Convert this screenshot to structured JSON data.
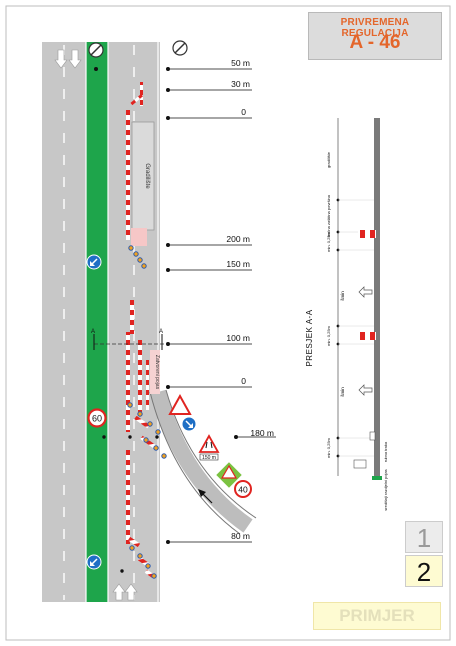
{
  "title": {
    "heading": "PRIVREMENA REGULACIJA",
    "code": "A - 46"
  },
  "distances": [
    {
      "key": "d50",
      "label": "50 m"
    },
    {
      "key": "d30",
      "label": "30 m"
    },
    {
      "key": "d0a",
      "label": "0"
    },
    {
      "key": "d200",
      "label": "200 m"
    },
    {
      "key": "d150",
      "label": "150 m"
    },
    {
      "key": "d100",
      "label": "100 m"
    },
    {
      "key": "d0b",
      "label": "0"
    },
    {
      "key": "d180",
      "label": "180 m"
    },
    {
      "key": "d80",
      "label": "80 m"
    }
  ],
  "plan": {
    "work_zone_label": "Gradilište",
    "closed_lane_label": "Zatvoreni pojas",
    "speed_limit_60": "60",
    "speed_limit_40": "40",
    "sign_distance_plate": "150 m",
    "section_marker": "A",
    "colors": {
      "road": "#c7c7c7",
      "median": "#1ea54b",
      "work_zone": "#dadada",
      "barrier_red": "#e02420",
      "sign_blue": "#1f6fc5"
    }
  },
  "section": {
    "title": "PRESJEK A-A",
    "labels": {
      "gradiliste": "gradilište",
      "bocna_zastitna": "bočna zaštitna površina",
      "min_025_a": "min. 0,25m",
      "lane_a": "šmin",
      "min_025_b": "min. 0,25m",
      "lane_b": "šmin",
      "min_025_c": "min. 0,25m",
      "rubna_traka": "rubna traka",
      "razdjelni_pojas": "središnji razdjelni pojas"
    }
  },
  "pages": {
    "page1": "1",
    "page2": "2"
  },
  "stamp": "PRIMJER"
}
